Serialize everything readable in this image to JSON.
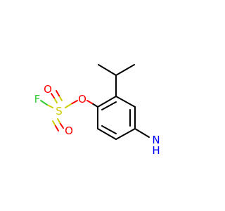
{
  "atoms": {
    "fluorine": {
      "symbol": "F"
    },
    "sulfur": {
      "symbol": "S"
    },
    "oxygen_top": {
      "symbol": "O"
    },
    "oxygen_bottom": {
      "symbol": "O"
    },
    "oxygen_ester": {
      "symbol": "O"
    },
    "amine_n": {
      "symbol": "N"
    },
    "amine_h": {
      "symbol": "H"
    }
  },
  "colors": {
    "bond": "#000000",
    "oxygen": "#ff0000",
    "sulfur": "#cccc00",
    "fluorine": "#33cc33",
    "nitrogen": "#0000ff"
  }
}
